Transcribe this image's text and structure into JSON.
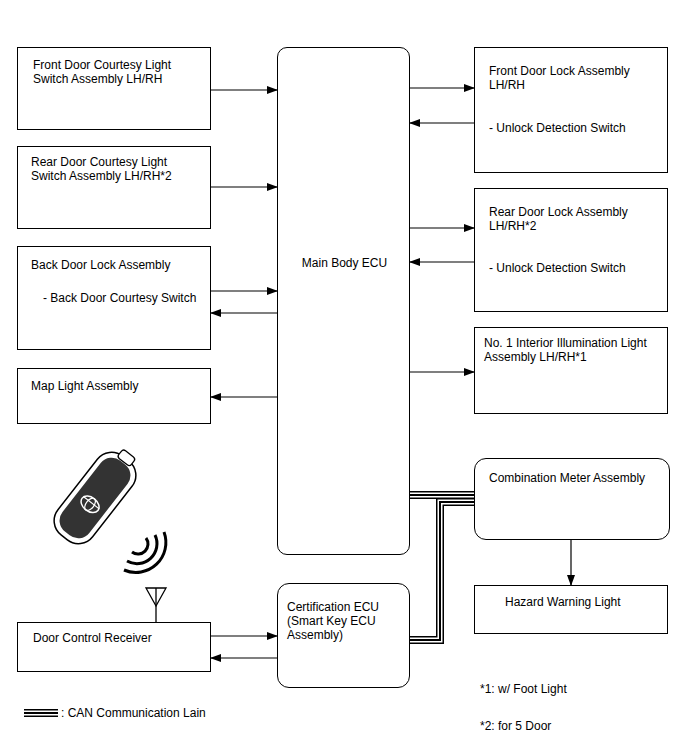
{
  "diagram": {
    "nodes": [
      {
        "text": [
          "Front Door Courtesy Light Switch Assembly LH/RH"
        ]
      },
      {
        "text": [
          "Main Body ECU"
        ]
      },
      {
        "text": [
          "Front Door Lock Assembly LH/RH",
          "- Unlock Detection Switch"
        ]
      },
      {
        "text": [
          "Rear Door Courtesy Light Switch Assembly LH/RH*2"
        ]
      },
      {
        "text": [
          "Rear Door Lock Assembly LH/RH*2",
          "- Unlock Detection Switch"
        ]
      },
      {
        "text": [
          "Back Door Lock Assembly",
          "- Back Door Courtesy Switch"
        ]
      },
      {
        "text": [
          "No. 1 Interior Illumination Light Assembly LH/RH*1"
        ]
      },
      {
        "text": [
          "Map Light Assembly"
        ]
      },
      {
        "text": [
          "Combination Meter Assembly"
        ]
      },
      {
        "text": [
          "Hazard Warning Light"
        ]
      },
      {
        "text": [
          "Door Control Receiver"
        ]
      },
      {
        "text": [
          "Certification ECU (Smart Key ECU Assembly)"
        ]
      }
    ],
    "edges": [
      {
        "from": 0,
        "to": 1,
        "arrow": "to"
      },
      {
        "from": 1,
        "to": 2,
        "arrow": "to"
      },
      {
        "from": 2,
        "to": 1,
        "arrow": "to"
      },
      {
        "from": 3,
        "to": 1,
        "arrow": "to"
      },
      {
        "from": 1,
        "to": 4,
        "arrow": "to"
      },
      {
        "from": 4,
        "to": 1,
        "arrow": "to"
      },
      {
        "from": 5,
        "to": 1,
        "arrow": "to"
      },
      {
        "from": 1,
        "to": 5,
        "arrow": "to"
      },
      {
        "from": 1,
        "to": 6,
        "arrow": "to"
      },
      {
        "from": 1,
        "to": 7,
        "arrow": "to"
      },
      {
        "from": 1,
        "to": 8,
        "arrow": "none"
      },
      {
        "from": 11,
        "to": 8,
        "arrow": "none"
      },
      {
        "from": 8,
        "to": 9,
        "arrow": "to"
      },
      {
        "from": 10,
        "to": 11,
        "arrow": "to"
      },
      {
        "from": 11,
        "to": 10,
        "arrow": "to"
      }
    ],
    "labels": [
      "*1: w/ Foot Light",
      "*2: for 5 Door"
    ],
    "legend": [
      {
        "text": ": CAN Communication Lain"
      }
    ]
  }
}
